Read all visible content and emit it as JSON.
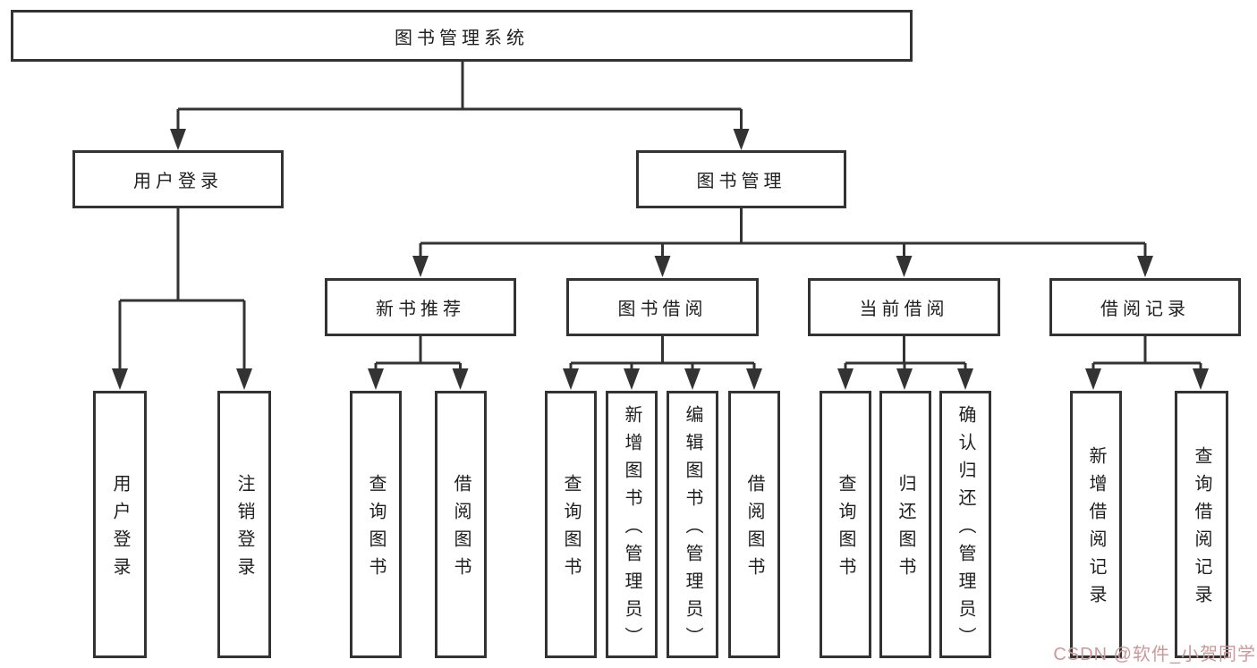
{
  "diagram": {
    "root": "图书管理系统",
    "branches": [
      {
        "label": "用户登录",
        "children": [
          "用户登录",
          "注销登录"
        ]
      },
      {
        "label": "图书管理",
        "sections": [
          {
            "label": "新书推荐",
            "children": [
              "查询图书",
              "借阅图书"
            ]
          },
          {
            "label": "图书借阅",
            "children": [
              "查询图书",
              "新增图书（管理员）",
              "编辑图书（管理员）",
              "借阅图书"
            ]
          },
          {
            "label": "当前借阅",
            "children": [
              "查询图书",
              "归还图书",
              "确认归还（管理员）"
            ]
          },
          {
            "label": "借阅记录",
            "children": [
              "新增借阅记录",
              "查询借阅记录"
            ]
          }
        ]
      }
    ]
  },
  "watermark": {
    "text": "CSDN @软件_小贺同学",
    "color": "#cc9999"
  },
  "colors": {
    "line": "#333333",
    "box_border": "#333333",
    "text": "#1f1f1f",
    "background": "#ffffff"
  }
}
